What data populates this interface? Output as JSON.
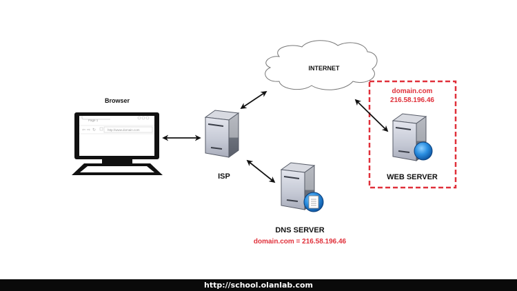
{
  "nodes": {
    "browser": {
      "label": "Browser",
      "tab_label": "Page 1",
      "url": "http://www.domain.com",
      "nav_icons": [
        "back-arrow-icon",
        "forward-arrow-icon",
        "reload-icon"
      ]
    },
    "isp": {
      "label": "ISP"
    },
    "internet": {
      "label": "INTERNET"
    },
    "web_server": {
      "label": "WEB SERVER",
      "domain": "domain.com",
      "ip": "216.58.196.46",
      "badge_icon": "globe-icon"
    },
    "dns_server": {
      "label": "DNS SERVER",
      "record": "domain.com = 216.58.196.46",
      "badge_icon": "document-icon"
    }
  },
  "connections": [
    {
      "from": "browser",
      "to": "isp",
      "bidirectional": true
    },
    {
      "from": "isp",
      "to": "internet",
      "bidirectional": true
    },
    {
      "from": "internet",
      "to": "web_server",
      "bidirectional": true
    },
    {
      "from": "isp",
      "to": "dns_server",
      "bidirectional": true
    }
  ],
  "colors": {
    "highlight": "#e0303a",
    "arrow": "#111111",
    "server_light": "#c9ccd6",
    "server_dark": "#5f6470",
    "globe": "#1e7fd0"
  },
  "footer": {
    "url": "http://school.olanlab.com"
  }
}
